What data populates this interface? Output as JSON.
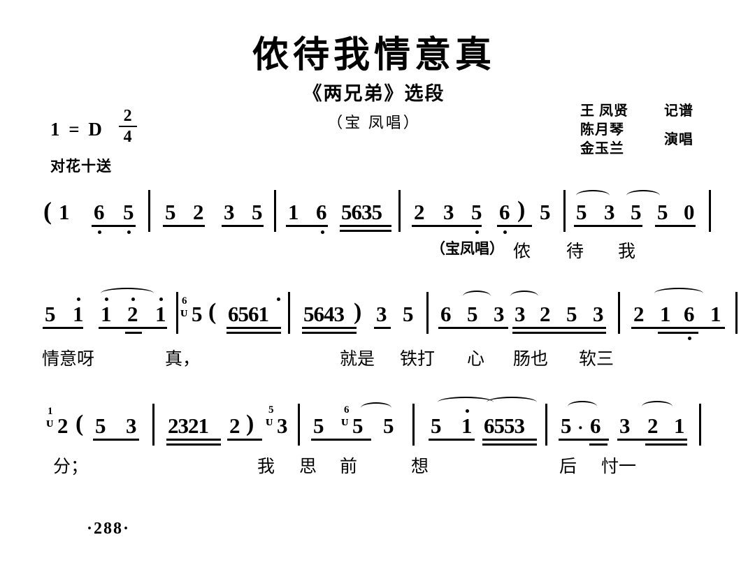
{
  "header": {
    "title": "侬待我情意真",
    "subtitle": "《两兄弟》选段",
    "performer_note": "（宝  凤唱）",
    "key_label": "1 = D",
    "meter_num": "2",
    "meter_den": "4",
    "tune_name": "对花十送",
    "credits": [
      {
        "name": "王  凤贤",
        "role": "记谱"
      },
      {
        "name": "陈月琴",
        "role": "演唱"
      },
      {
        "name": "金玉兰",
        "role": ""
      }
    ]
  },
  "score": {
    "rows": [
      {
        "id": "row-1",
        "notes": [
          "(",
          "1",
          "6",
          "5",
          "5",
          "2",
          "3",
          "5",
          "1",
          "6",
          "5",
          "6",
          "3",
          "5",
          "2",
          "3",
          "5",
          "6",
          ")",
          "5",
          "5",
          "3",
          "5",
          "5",
          "0"
        ],
        "lyrics": [
          "（宝凤唱）",
          "侬",
          "待",
          "我"
        ]
      },
      {
        "id": "row-2",
        "notes": [
          "5",
          "1",
          "1",
          "2",
          "1",
          "6",
          "5",
          "(",
          "6",
          "5",
          "6",
          "1",
          "5",
          "6",
          "4",
          "3",
          ")",
          "3",
          "5",
          "6",
          "5",
          "3",
          "3",
          "2",
          "5",
          "3",
          "2",
          "1",
          "6",
          "1"
        ],
        "lyrics": [
          "情意呀",
          "真，",
          "就是",
          "铁打",
          "心",
          "肠也",
          "软三"
        ]
      },
      {
        "id": "row-3",
        "notes": [
          "1",
          "2",
          "(",
          "5",
          "3",
          "2",
          "3",
          "2",
          "1",
          "2",
          ")",
          "5",
          "3",
          "5",
          "6",
          "5",
          "5",
          "5",
          "1",
          "6",
          "5",
          "5",
          "3",
          "5",
          "6",
          "3",
          "2",
          "1"
        ],
        "lyrics": [
          "分；",
          "我",
          "思",
          "前",
          "想",
          "后",
          "忖一"
        ]
      }
    ]
  },
  "footer": {
    "page_number": "·288·"
  },
  "colors": {
    "ink": "#000000",
    "paper": "#ffffff"
  }
}
